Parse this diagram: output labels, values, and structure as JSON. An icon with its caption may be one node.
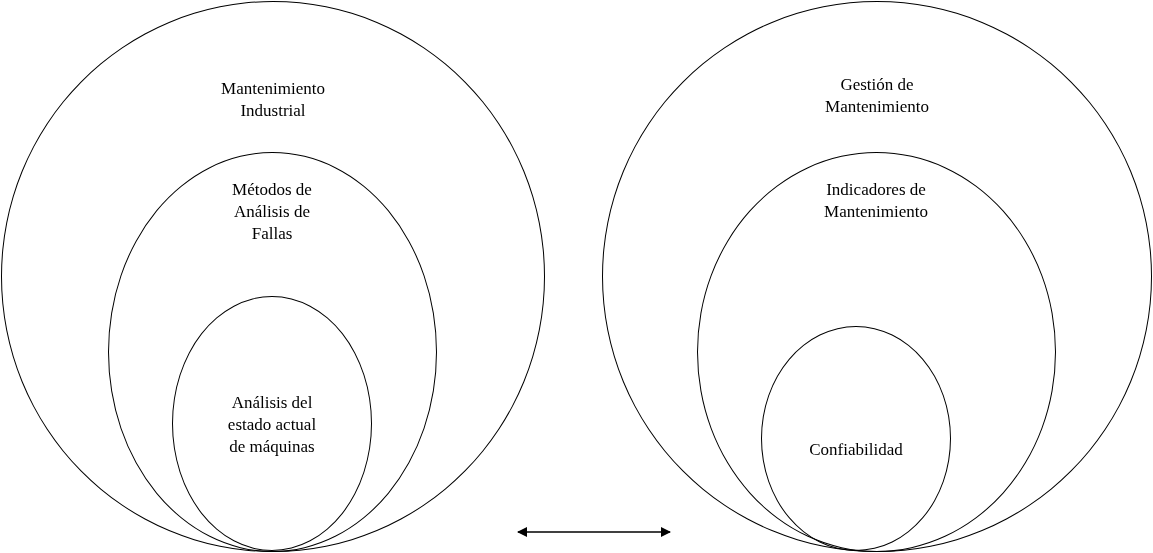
{
  "diagram": {
    "nodes": [
      {
        "text": [
          "Mantenimiento Industrial"
        ]
      },
      {
        "text": [
          "Métodos de Análisis de Fallas"
        ],
        "in": 0
      },
      {
        "text": [
          "Análisis del estado actual de máquinas"
        ],
        "in": 1
      },
      {
        "text": [
          "Gestión de Mantenimiento"
        ]
      },
      {
        "text": [
          "Indicadores de Mantenimiento"
        ],
        "in": 3
      },
      {
        "text": [
          "Confiabilidad"
        ],
        "in": 4
      }
    ],
    "edges": [
      {
        "from": 0,
        "to": 3,
        "arrow": "both"
      }
    ]
  }
}
